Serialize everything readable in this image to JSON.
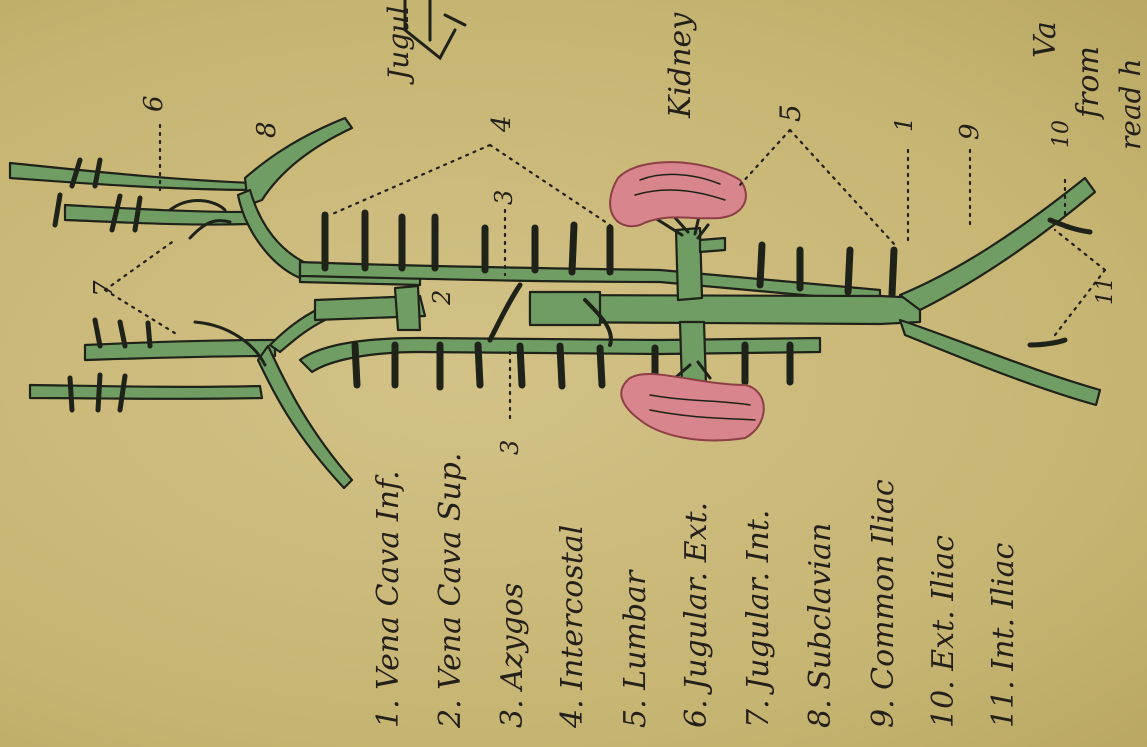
{
  "diagram": {
    "legend": [
      "1. Vena Cava Inf.",
      "2. Vena Cava Sup.",
      "3. Azygos",
      "4. Intercostal",
      "5. Lumbar",
      "6. Jugular. Ext.",
      "7. Jugular. Int.",
      "8. Subclavian",
      "9. Common Iliac",
      "10. Ext. Iliac",
      "11. Int. Iliac"
    ],
    "labels": {
      "kidney": "Kidney",
      "n1": "1",
      "n2": "2",
      "n3a": "3",
      "n3b": "3",
      "n4": "4",
      "n5": "5",
      "n6": "6",
      "n7": "7",
      "n8": "8",
      "n9": "9",
      "n10": "10",
      "n11": "11"
    },
    "corner_fragments": {
      "top_left": "Jugul",
      "top_right_1": "Va",
      "top_right_2": "from",
      "top_right_3": "read h"
    },
    "colors": {
      "paper": "#c9b777",
      "vein": "#6f9d64",
      "kidney": "#d9858d",
      "ink": "#23201a"
    }
  }
}
